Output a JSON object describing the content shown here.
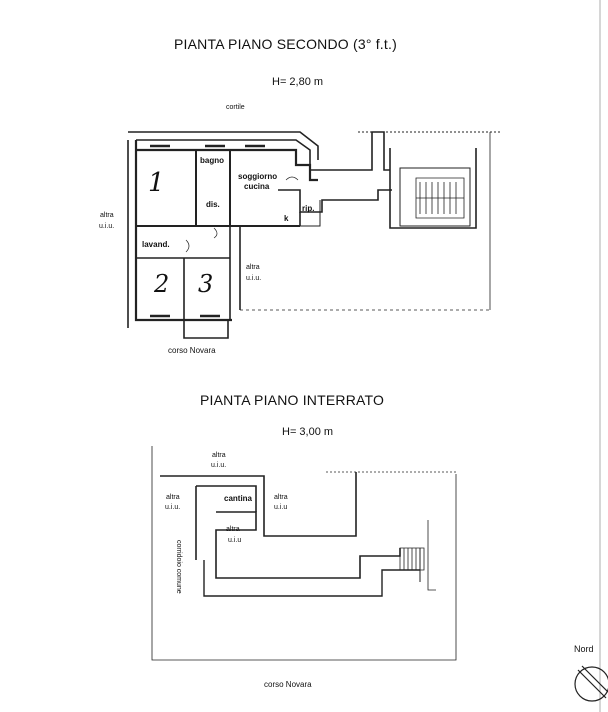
{
  "upper_plan": {
    "title": "PIANTA PIANO SECONDO (3° f.t.)",
    "height": "H= 2,80 m",
    "rooms": {
      "cortile": "cortile",
      "bagno": "bagno",
      "soggiorno": "soggiorno",
      "cucina": "cucina",
      "dis": "dis.",
      "rip": "rip.",
      "k": "k",
      "lavand": "lavand.",
      "altra_left_1": "altra",
      "altra_left_2": "u.i.u.",
      "altra_right_1": "altra",
      "altra_right_2": "u.i.u."
    },
    "room_numbers": [
      "1",
      "2",
      "3"
    ],
    "street": "corso Novara"
  },
  "lower_plan": {
    "title": "PIANTA PIANO INTERRATO",
    "height": "H= 3,00 m",
    "rooms": {
      "altra_top_1": "altra",
      "altra_top_2": "u.i.u.",
      "altra_left_1": "altra",
      "altra_left_2": "u.i.u.",
      "cantina": "cantina",
      "altra_mid_1": "altra",
      "altra_mid_2": "u.i.u",
      "corridoio": "corridoio comune",
      "altra_inner_1": "altra",
      "altra_inner_2": "u.i.u"
    },
    "street": "corso Novara"
  },
  "north": {
    "label": "Nord"
  }
}
